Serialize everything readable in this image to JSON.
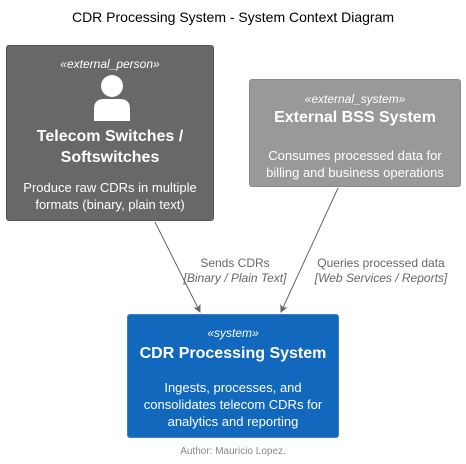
{
  "title": "CDR Processing System - System Context Diagram",
  "nodes": {
    "switches": {
      "stereotype": "«external_person»",
      "name_line1": "Telecom Switches /",
      "name_line2": "Softswitches",
      "desc_line1": "Produce raw CDRs in multiple",
      "desc_line2": "formats (binary, plain text)",
      "icon": "person-icon",
      "color": "#686868"
    },
    "bss": {
      "stereotype": "«external_system»",
      "name": "External BSS System",
      "desc_line1": "Consumes processed data for",
      "desc_line2": "billing and business operations",
      "color": "#999999"
    },
    "cdr": {
      "stereotype": "«system»",
      "name": "CDR Processing System",
      "desc_line1": "Ingests, processes, and",
      "desc_line2": "consolidates telecom CDRs for",
      "desc_line3": "analytics and reporting",
      "color": "#1168BD"
    }
  },
  "edges": {
    "sends": {
      "label": "Sends CDRs",
      "tech": "[Binary / Plain Text]"
    },
    "queries": {
      "label": "Queries processed data",
      "tech": "[Web Services / Reports]"
    }
  },
  "author": "Author: Mauricio Lopez."
}
